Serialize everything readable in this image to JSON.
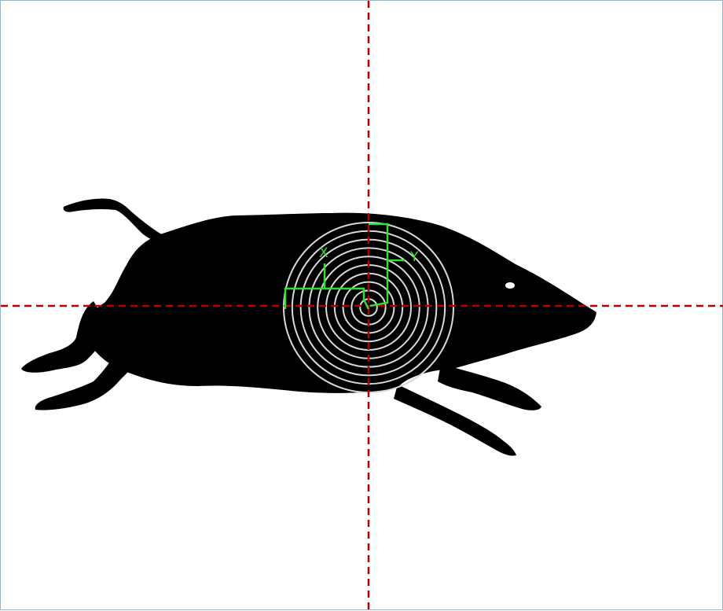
{
  "target": {
    "silhouette": "boar",
    "silhouette_color": "#000000",
    "ring_count": 10,
    "ring_color": "#d9d9d9",
    "background_color": "#ffffff"
  },
  "crosshair": {
    "color": "#b30000",
    "style": "dashed"
  },
  "offset_guides": {
    "color": "#33dd33",
    "x_label": "X",
    "y_label": "Y"
  }
}
